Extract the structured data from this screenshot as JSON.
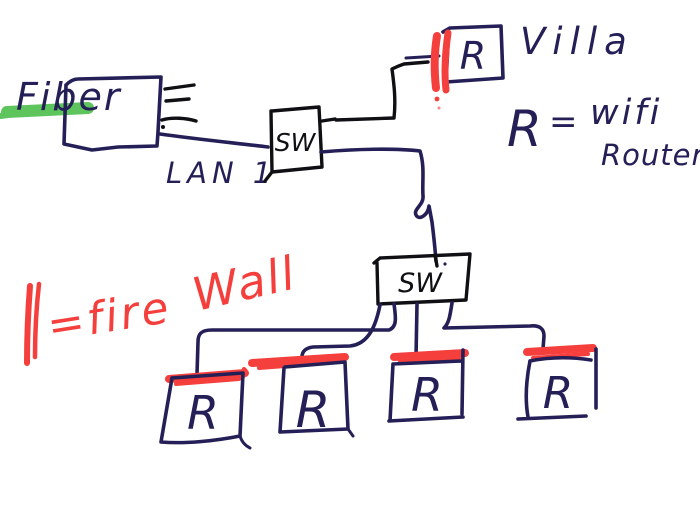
{
  "palette": {
    "background": "#ffffff",
    "ink_navy": "#242057",
    "pen_black": "#101014",
    "marker_red": "#f43f3d",
    "highlight_green": "#5ec45c"
  },
  "labels": {
    "fiber": "Fiber",
    "lan": "LAN 1",
    "switch_top": "SW",
    "switch_bottom": "SW",
    "villa": "Villa",
    "villa_router": "R",
    "routers": [
      "R",
      "R",
      "R",
      "R"
    ]
  },
  "legend": {
    "router_symbol": "R",
    "router_equals": "=",
    "router_word1": "wifi",
    "router_word2": "Router",
    "firewall_text1": "=fire",
    "firewall_text2": "Wall"
  }
}
